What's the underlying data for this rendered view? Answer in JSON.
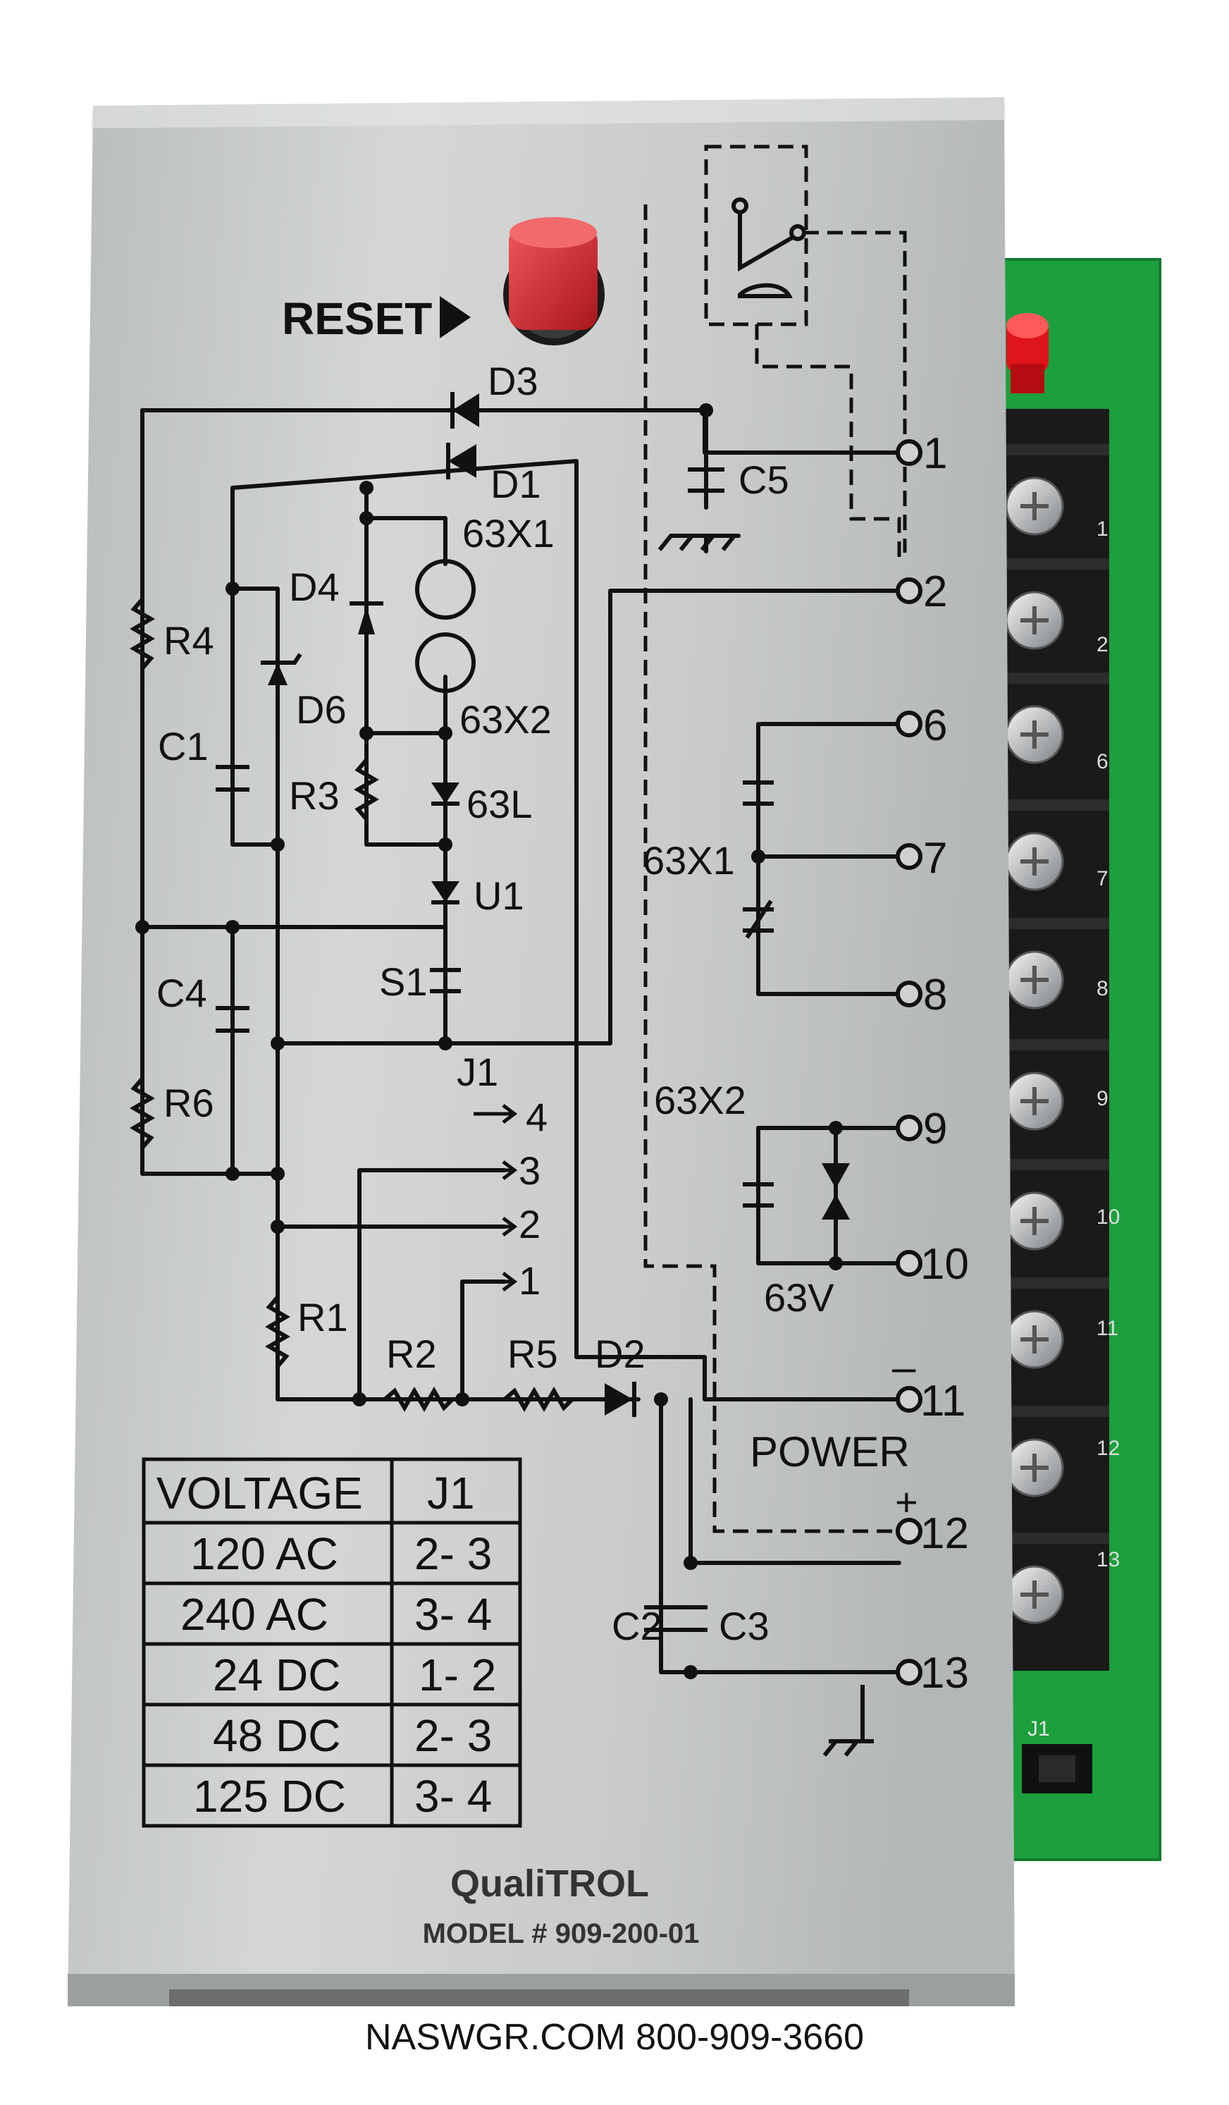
{
  "reset_label": "RESET",
  "components": {
    "D3": "D3",
    "D1": "D1",
    "D4": "D4",
    "D6": "D6",
    "D2": "D2",
    "C1": "C1",
    "C2": "C2",
    "C3": "C3",
    "C4": "C4",
    "C5": "C5",
    "R1": "R1",
    "R2": "R2",
    "R3": "R3",
    "R4": "R4",
    "R5": "R5",
    "R6": "R6",
    "relay1": "63X1",
    "relay2": "63X2",
    "lamp": "63L",
    "U1": "U1",
    "S1": "S1",
    "contact1": "63X1",
    "contact2": "63X2",
    "varistor": "63V"
  },
  "jumper": {
    "label": "J1",
    "pins": [
      "4",
      "3",
      "2",
      "1"
    ]
  },
  "terminals": [
    "1",
    "2",
    "6",
    "7",
    "8",
    "9",
    "10",
    "11",
    "12",
    "13"
  ],
  "board_terminals": [
    "1",
    "2",
    "6",
    "7",
    "8",
    "9",
    "10",
    "11",
    "12",
    "13"
  ],
  "board_label": "J1",
  "power": {
    "label": "POWER",
    "minus": "–",
    "plus": "+"
  },
  "voltage_table": {
    "headers": [
      "VOLTAGE",
      "J1"
    ],
    "rows": [
      [
        "120 AC",
        "2- 3"
      ],
      [
        "240 AC",
        "3- 4"
      ],
      [
        "24 DC",
        "1- 2"
      ],
      [
        "48 DC",
        "2- 3"
      ],
      [
        "125 DC",
        "3- 4"
      ]
    ]
  },
  "brand": "QualiTROL",
  "model": "MODEL # 909-200-01",
  "footer": "NASWGR.COM 800-909-3660"
}
